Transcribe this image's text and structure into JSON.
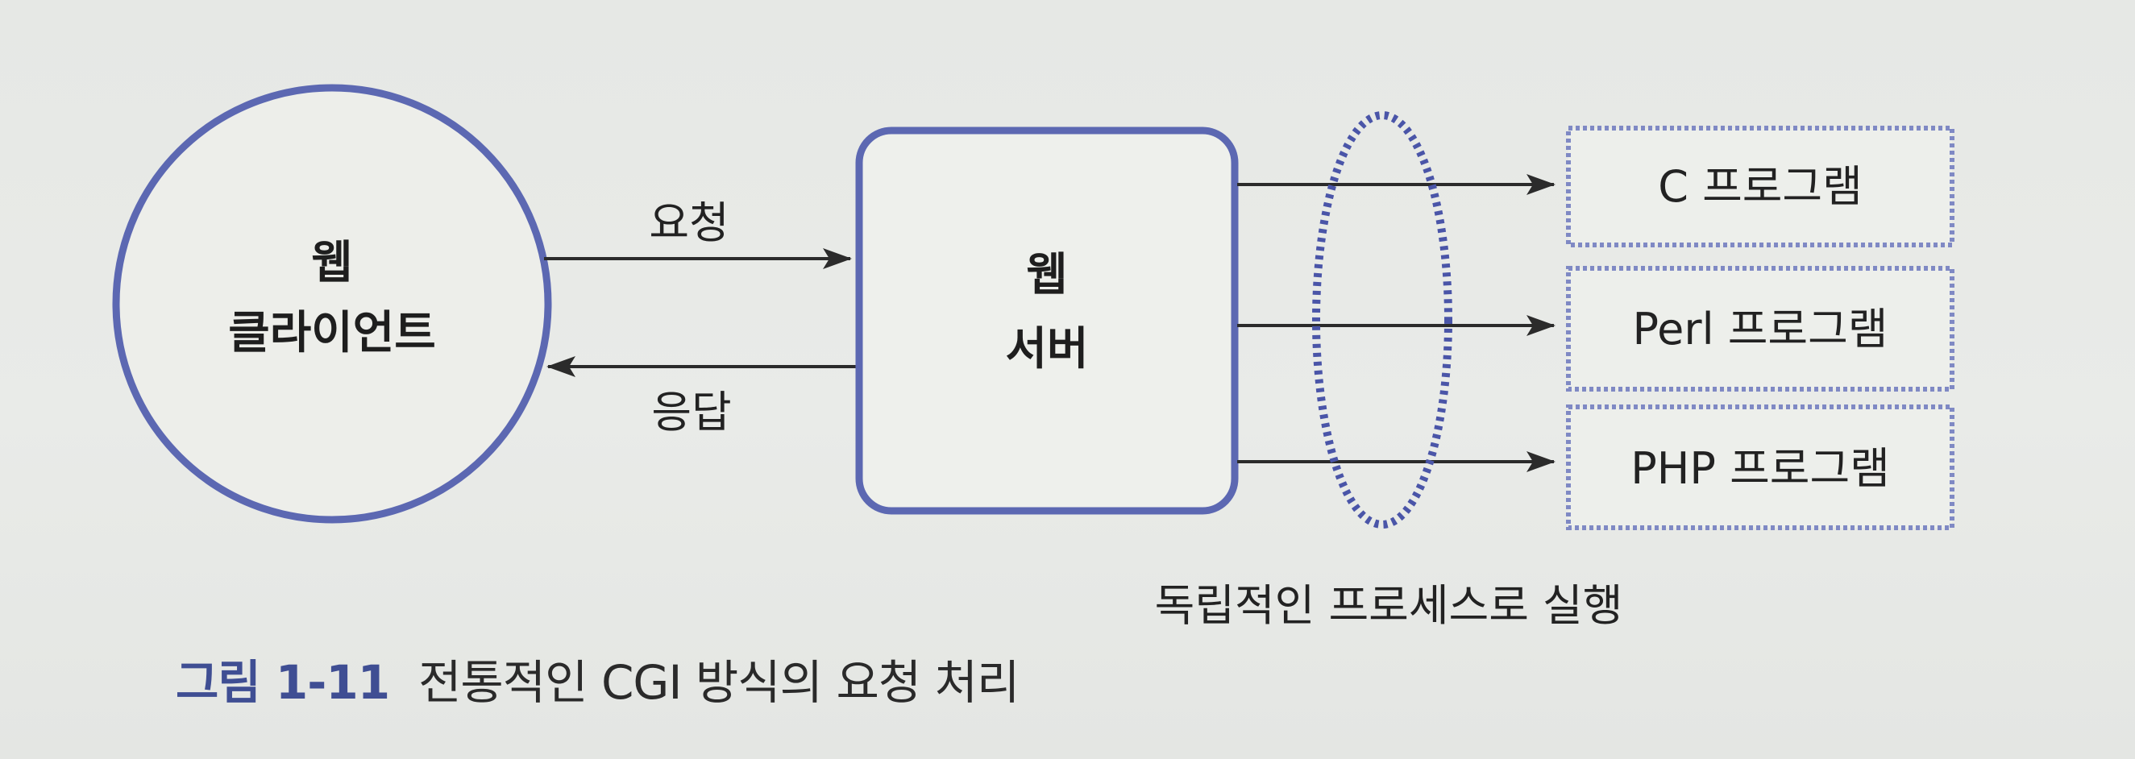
{
  "diagram": {
    "client": {
      "line1": "웹",
      "line2": "클라이언트"
    },
    "server": {
      "line1": "웹",
      "line2": "서버"
    },
    "request_label": "요청",
    "response_label": "응답",
    "programs": [
      "C 프로그램",
      "Perl 프로그램",
      "PHP 프로그램"
    ],
    "process_note": "독립적인 프로세스로 실행"
  },
  "caption": {
    "figure_number": "그림 1-11",
    "text": "전통적인 CGI 방식의 요청 처리"
  },
  "colors": {
    "outline": "#5c68b2",
    "arrow": "#2b2b2b",
    "dotted": "#4a55a8",
    "box_fill": "#eef0ec",
    "caption_accent": "#3f4e93"
  }
}
